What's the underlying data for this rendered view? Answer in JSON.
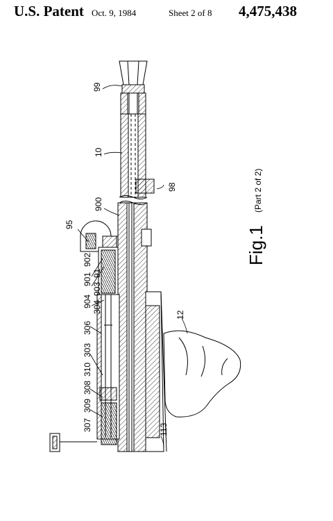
{
  "header": {
    "patent_label": "U.S. Patent",
    "date": "Oct. 9, 1984",
    "sheet": "Sheet 2 of 8",
    "patent_number": "4,475,438"
  },
  "figure": {
    "caption": "Fig.1",
    "subcaption": "(Part 2 of 2)",
    "ref_labels": {
      "r99": "99",
      "r10": "10",
      "r98": "98",
      "r95": "95",
      "r900": "900",
      "r902": "902",
      "r901": "901",
      "r904": "904",
      "r91": "91",
      "r903": "903",
      "r304": "304",
      "r306": "306",
      "r303": "303",
      "r310": "310",
      "r308": "308",
      "r309": "309",
      "r307": "307",
      "r12": "12",
      "r113": "113"
    }
  }
}
